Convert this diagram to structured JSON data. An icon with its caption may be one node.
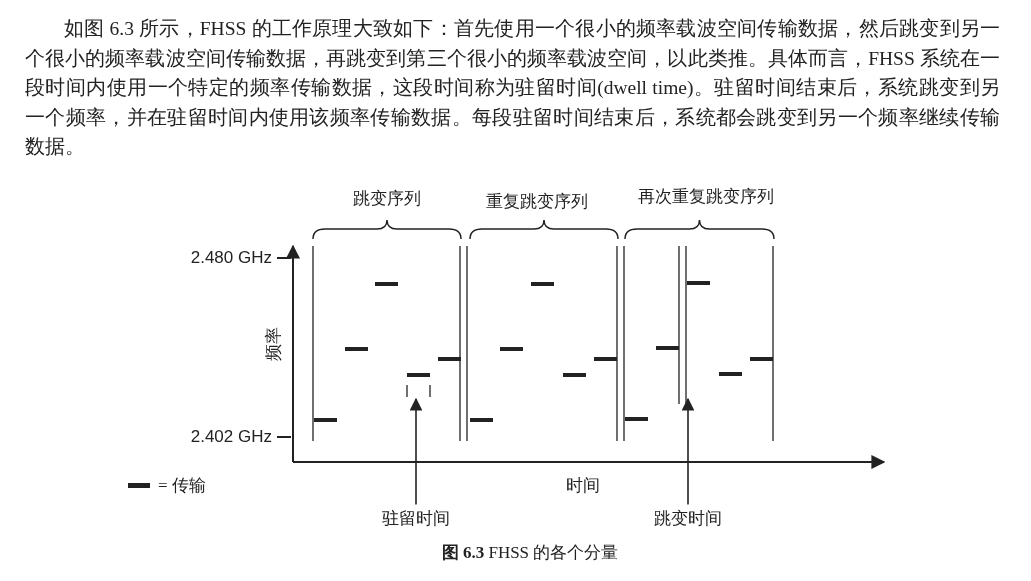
{
  "diagram": {
    "caption": "**图 6.3** FHSS 的各个分量",
    "nodes": [
      {
        "text": [
          "驻留时间"
        ]
      },
      {
        "text": [
          "跳变时间"
        ]
      }
    ],
    "edges": [
      {
        "from": 0,
        "to": null,
        "arrow": "to"
      },
      {
        "from": 1,
        "to": null,
        "arrow": "to"
      }
    ],
    "labels": [
      "如图 6.3 所示，FHSS 的工作原理大致如下：首先使用一个很小的频率载波空间传输数据，然后跳变到另一个很小的频率载波空间传输数据，再跳变到第三个很小的频率载波空间，以此类推。具体而言，FHSS 系统在一段时间内使用一个特定的频率传输数据，这段时间称为驻留时间(dwell time)。驻留时间结束后，系统跳变到另一个频率，并在驻留时间内使用该频率传输数据。每段驻留时间结束后，系统都会跳变到另一个频率继续传输数据。",
      "跳变序列",
      "重复跳变序列",
      "再次重复跳变序列",
      "2.480 GHz",
      "频率",
      "2.402 GHz",
      "时间"
    ],
    "legend": [
      {
        "text": "= 传输"
      }
    ]
  }
}
